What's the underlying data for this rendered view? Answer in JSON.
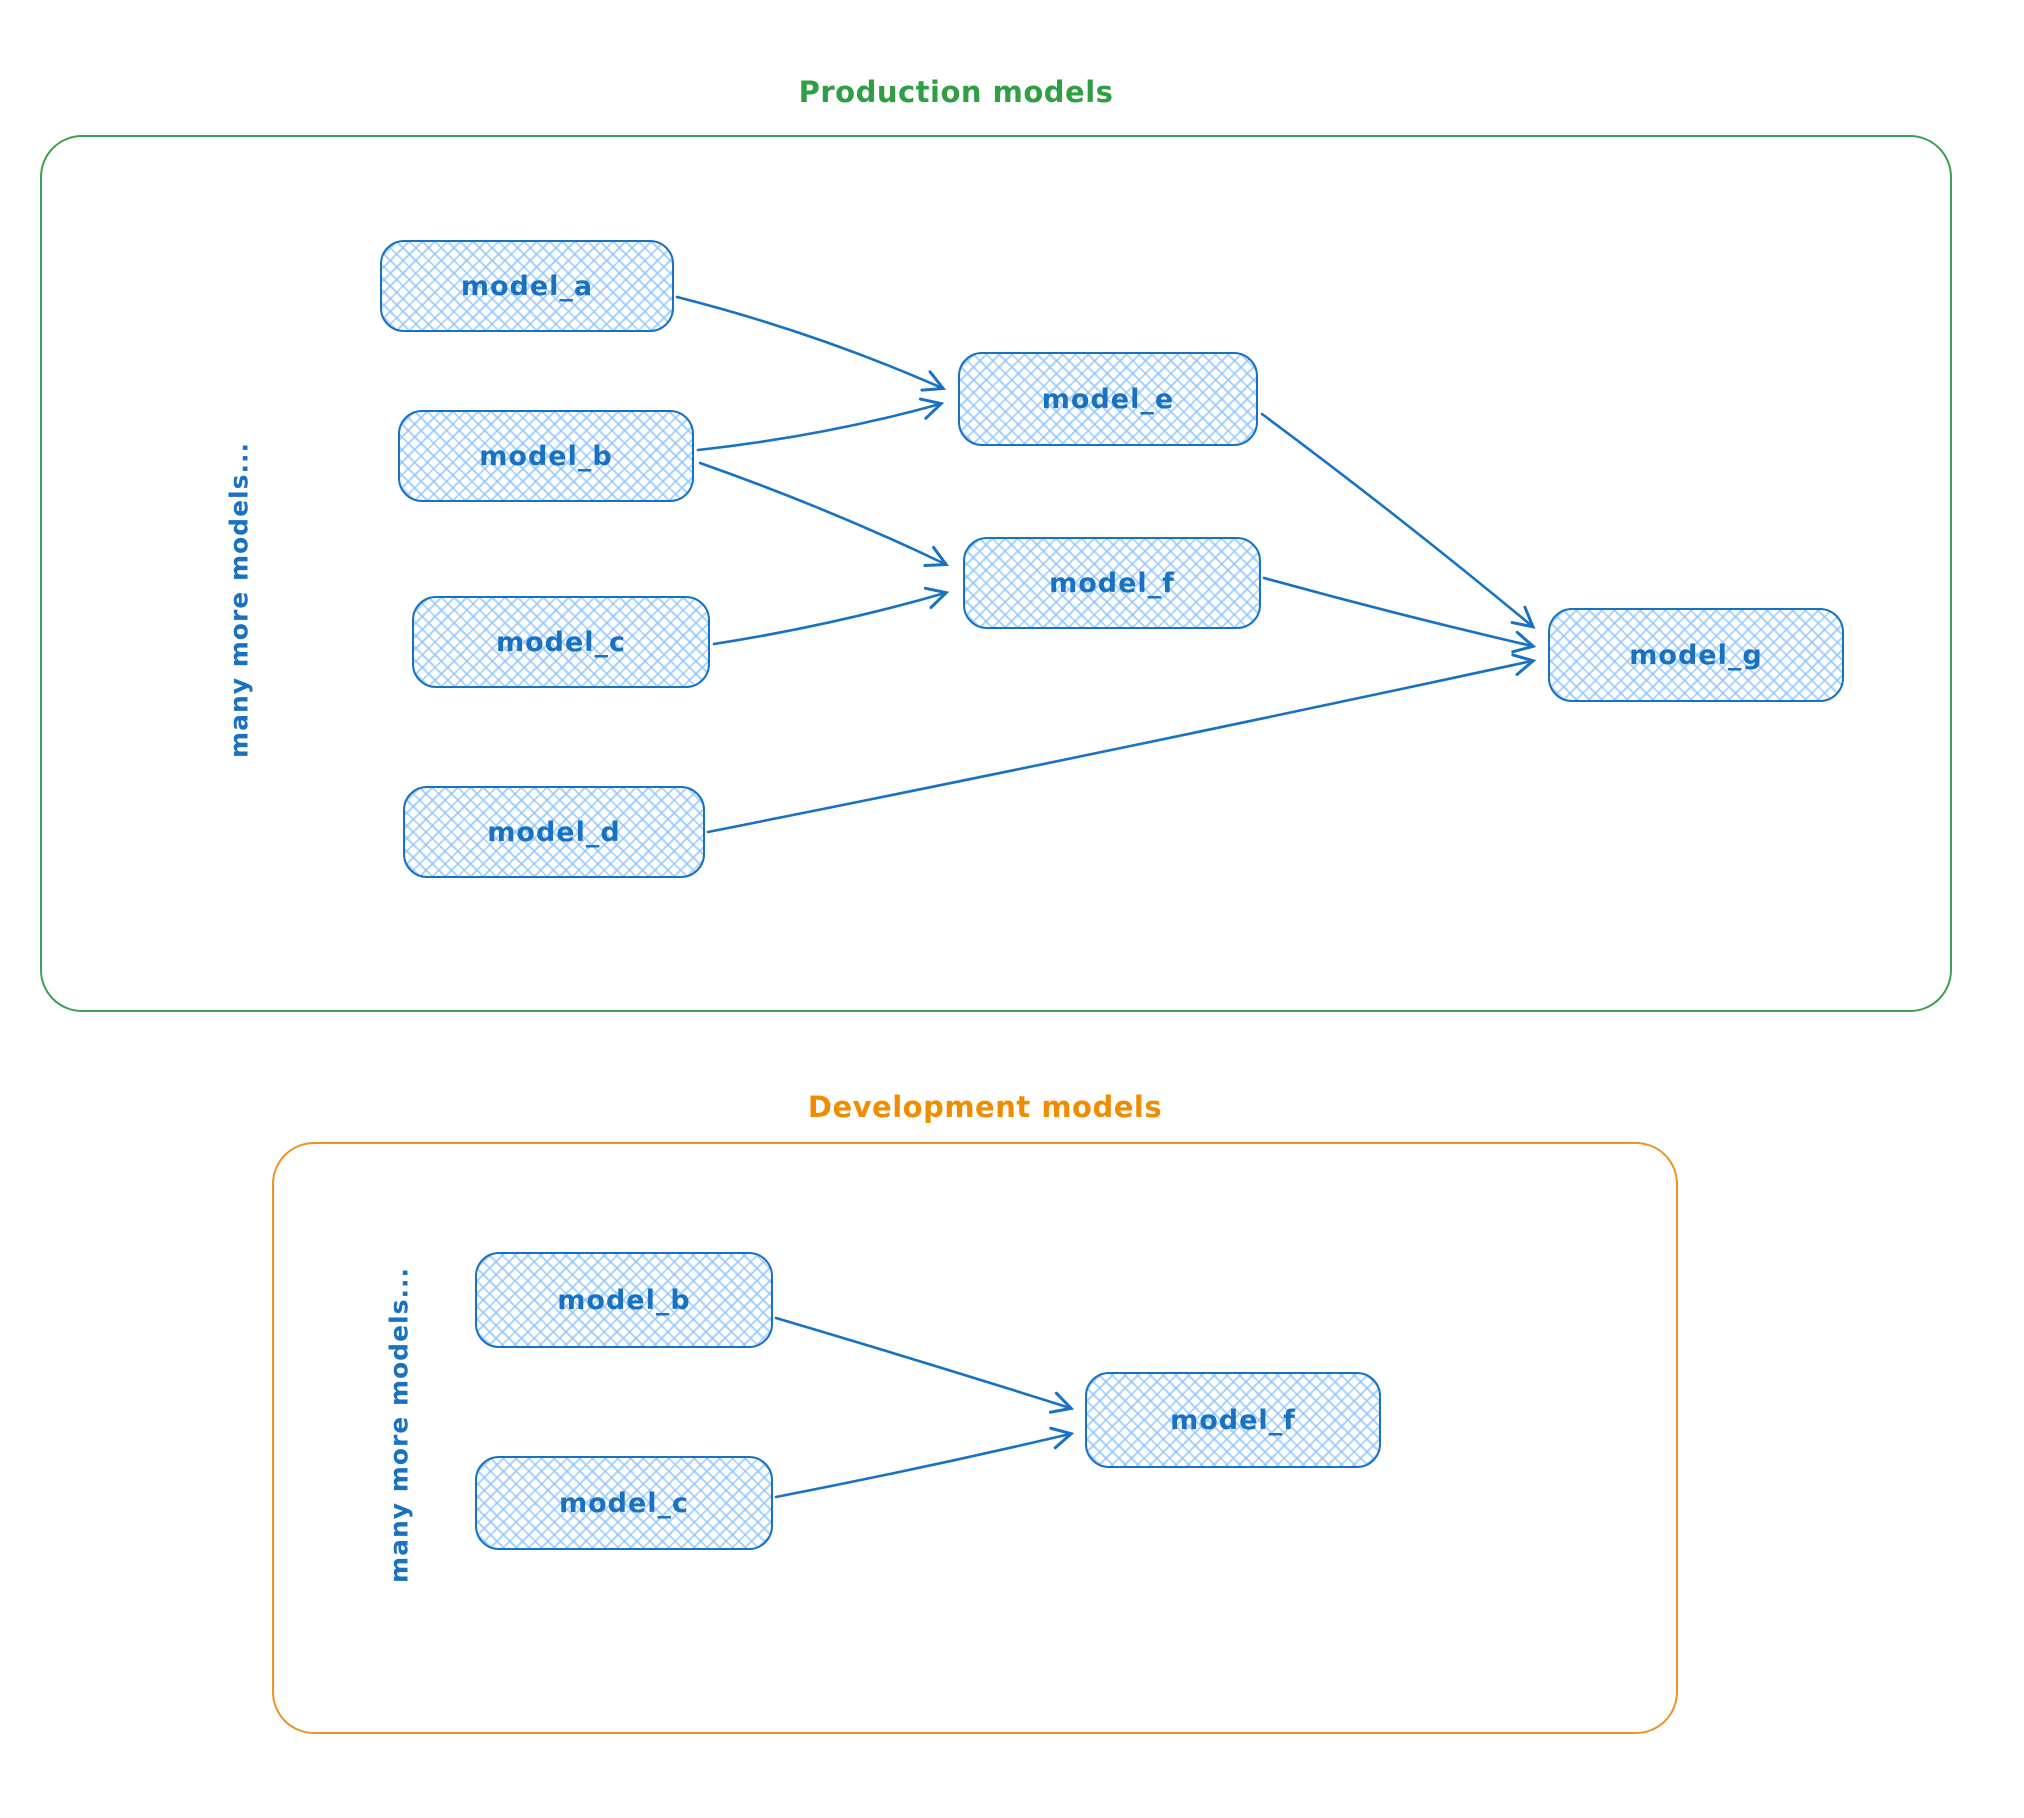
{
  "page": {
    "background": "#ffffff"
  },
  "colors": {
    "node_stroke_blue": "#1971c2",
    "node_fill_hatch_blue": "#a5d8ff",
    "production_green": "#2f9e44",
    "development_orange": "#f08c00"
  },
  "production": {
    "title": "Production models",
    "side_label": "many more models...",
    "nodes": [
      {
        "id": "model_a",
        "label": "model_a"
      },
      {
        "id": "model_b",
        "label": "model_b"
      },
      {
        "id": "model_c",
        "label": "model_c"
      },
      {
        "id": "model_d",
        "label": "model_d"
      },
      {
        "id": "model_e",
        "label": "model_e"
      },
      {
        "id": "model_f",
        "label": "model_f"
      },
      {
        "id": "model_g",
        "label": "model_g"
      }
    ],
    "edges": [
      {
        "from": "model_a",
        "to": "model_e"
      },
      {
        "from": "model_b",
        "to": "model_e"
      },
      {
        "from": "model_b",
        "to": "model_f"
      },
      {
        "from": "model_c",
        "to": "model_f"
      },
      {
        "from": "model_d",
        "to": "model_g"
      },
      {
        "from": "model_e",
        "to": "model_g"
      },
      {
        "from": "model_f",
        "to": "model_g"
      }
    ]
  },
  "development": {
    "title": "Development models",
    "side_label": "many more models...",
    "nodes": [
      {
        "id": "model_b",
        "label": "model_b"
      },
      {
        "id": "model_c",
        "label": "model_c"
      },
      {
        "id": "model_f",
        "label": "model_f"
      }
    ],
    "edges": [
      {
        "from": "model_b",
        "to": "model_f"
      },
      {
        "from": "model_c",
        "to": "model_f"
      }
    ]
  }
}
